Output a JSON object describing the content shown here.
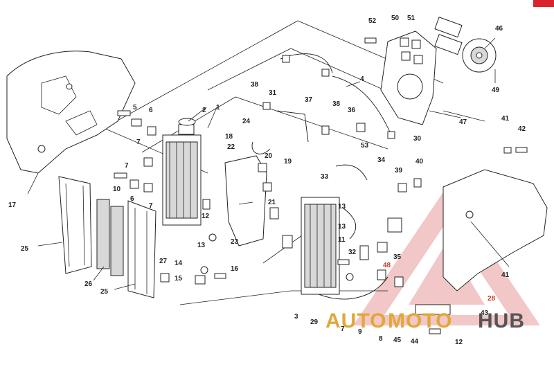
{
  "watermark": {
    "brand_left": "AUTO",
    "brand_mid": "MOTO",
    "brand_right": "HUB",
    "color_red": "#d9232a",
    "color_gold": "#e2a73a",
    "color_dark": "#555555"
  },
  "callouts": [
    {
      "id": "c1",
      "text": "1"
    },
    {
      "id": "c2",
      "text": "2"
    },
    {
      "id": "c3",
      "text": "3"
    },
    {
      "id": "c4",
      "text": "4"
    },
    {
      "id": "c5",
      "text": "5"
    },
    {
      "id": "c6a",
      "text": "6"
    },
    {
      "id": "c6b",
      "text": "6"
    },
    {
      "id": "c7a",
      "text": "7"
    },
    {
      "id": "c7b",
      "text": "7"
    },
    {
      "id": "c7c",
      "text": "7"
    },
    {
      "id": "c7d",
      "text": "7"
    },
    {
      "id": "c8",
      "text": "8"
    },
    {
      "id": "c9",
      "text": "9"
    },
    {
      "id": "c10",
      "text": "10"
    },
    {
      "id": "c11",
      "text": "11"
    },
    {
      "id": "c12a",
      "text": "12"
    },
    {
      "id": "c12b",
      "text": "12"
    },
    {
      "id": "c13a",
      "text": "13"
    },
    {
      "id": "c13b",
      "text": "13"
    },
    {
      "id": "c13c",
      "text": "13"
    },
    {
      "id": "c14",
      "text": "14"
    },
    {
      "id": "c15",
      "text": "15"
    },
    {
      "id": "c16",
      "text": "16"
    },
    {
      "id": "c17",
      "text": "17"
    },
    {
      "id": "c18",
      "text": "18"
    },
    {
      "id": "c19",
      "text": "19"
    },
    {
      "id": "c20",
      "text": "20"
    },
    {
      "id": "c21",
      "text": "21"
    },
    {
      "id": "c22",
      "text": "22"
    },
    {
      "id": "c23",
      "text": "23"
    },
    {
      "id": "c24",
      "text": "24"
    },
    {
      "id": "c25a",
      "text": "25"
    },
    {
      "id": "c25b",
      "text": "25"
    },
    {
      "id": "c26",
      "text": "26"
    },
    {
      "id": "c27",
      "text": "27"
    },
    {
      "id": "c28",
      "text": "28"
    },
    {
      "id": "c29",
      "text": "29"
    },
    {
      "id": "c30",
      "text": "30"
    },
    {
      "id": "c31",
      "text": "31"
    },
    {
      "id": "c32",
      "text": "32"
    },
    {
      "id": "c33",
      "text": "33"
    },
    {
      "id": "c34",
      "text": "34"
    },
    {
      "id": "c35",
      "text": "35"
    },
    {
      "id": "c36",
      "text": "36"
    },
    {
      "id": "c37",
      "text": "37"
    },
    {
      "id": "c38a",
      "text": "38"
    },
    {
      "id": "c38b",
      "text": "38"
    },
    {
      "id": "c39",
      "text": "39"
    },
    {
      "id": "c40",
      "text": "40"
    },
    {
      "id": "c41a",
      "text": "41"
    },
    {
      "id": "c41b",
      "text": "41"
    },
    {
      "id": "c42",
      "text": "42"
    },
    {
      "id": "c43",
      "text": "43"
    },
    {
      "id": "c44",
      "text": "44"
    },
    {
      "id": "c45",
      "text": "45"
    },
    {
      "id": "c46",
      "text": "46"
    },
    {
      "id": "c47",
      "text": "47"
    },
    {
      "id": "c48",
      "text": "48"
    },
    {
      "id": "c49",
      "text": "49"
    },
    {
      "id": "c50",
      "text": "50"
    },
    {
      "id": "c51",
      "text": "51"
    },
    {
      "id": "c52",
      "text": "52"
    },
    {
      "id": "c53",
      "text": "53"
    }
  ]
}
